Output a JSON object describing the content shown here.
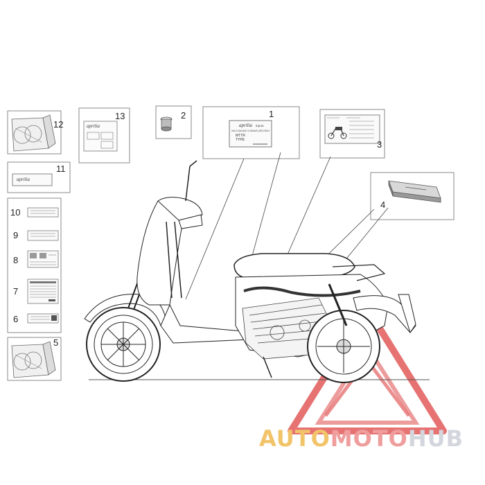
{
  "diagram": {
    "callouts": [
      "1",
      "2",
      "3",
      "4",
      "5",
      "6",
      "7",
      "8",
      "9",
      "10",
      "11",
      "12",
      "13"
    ],
    "label_plate_brand": "aprilia",
    "label_plate_suffix": "s.p.a.",
    "label_plate_lines": [
      "VIA G.GALILEI 1 NOALE (VE) ITALY",
      "MTTR",
      "TYPE"
    ],
    "decal_11_brand": "aprilia",
    "decal_13_brand": "aprilia"
  },
  "watermark": {
    "part1": "AUTO",
    "part2": "MOTO",
    "part3": "HUB",
    "colors": {
      "auto": "#f2c46a",
      "moto": "#ef9d9d",
      "hub": "#d3d6dd",
      "triangle": "#e25a5a"
    }
  }
}
